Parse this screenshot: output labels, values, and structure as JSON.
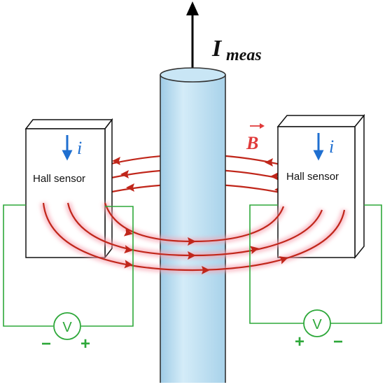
{
  "current_label": "I",
  "current_subscript": "meas",
  "field_label": "B",
  "sensors": [
    {
      "label": "Hall sensor",
      "current_symbol": "i"
    },
    {
      "label": "Hall sensor",
      "current_symbol": "i"
    }
  ],
  "voltmeters": [
    {
      "symbol": "V",
      "left_sign": "−",
      "right_sign": "+"
    },
    {
      "symbol": "V",
      "left_sign": "+",
      "right_sign": "−"
    }
  ],
  "colors": {
    "conductor": "#bfe0f2",
    "conductor_edge": "#333333",
    "field_lines": "#c0261a",
    "glow": "#f7a6b4",
    "wire": "#2ea83a",
    "sensor_current": "#1f6fd0"
  }
}
